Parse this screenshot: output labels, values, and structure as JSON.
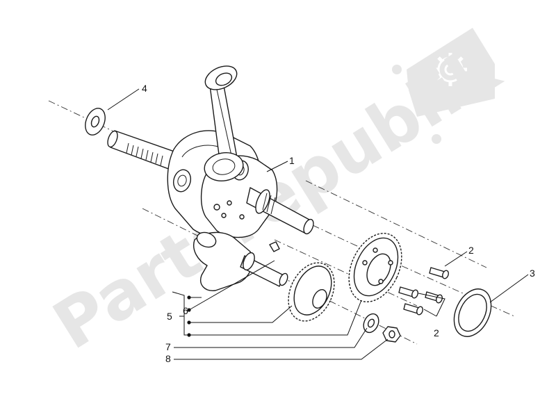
{
  "watermark": {
    "text": "Partsrepublik",
    "color": "#e6e6e6",
    "icon": "gear-icon"
  },
  "callouts": {
    "c1": "1",
    "c2a": "2",
    "c2b": "2",
    "c3": "3",
    "c4": "4",
    "c5": "5",
    "c6": "6",
    "c7": "7",
    "c8": "8"
  },
  "colors": {
    "line": "#1a1a1a",
    "background": "#ffffff"
  }
}
